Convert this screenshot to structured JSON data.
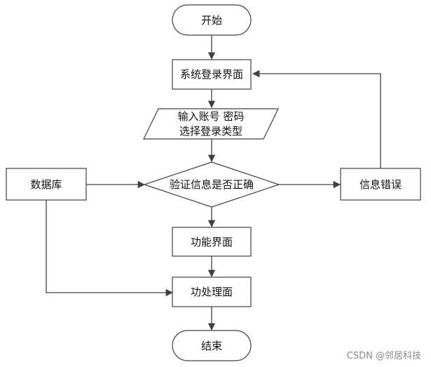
{
  "nodes": {
    "start": "开始",
    "login_screen": "系统登录界面",
    "input_line1": "输入账号 密码",
    "input_line2": "选择登录类型",
    "database": "数据库",
    "verify": "验证信息是否正确",
    "info_error": "信息错误",
    "function_screen": "功能界面",
    "process_screen": "功处理面",
    "end": "结束"
  },
  "watermark": "CSDN @邻居科技",
  "colors": {
    "stroke": "#404040",
    "text": "#111111",
    "watermark": "#8a8a8a"
  }
}
